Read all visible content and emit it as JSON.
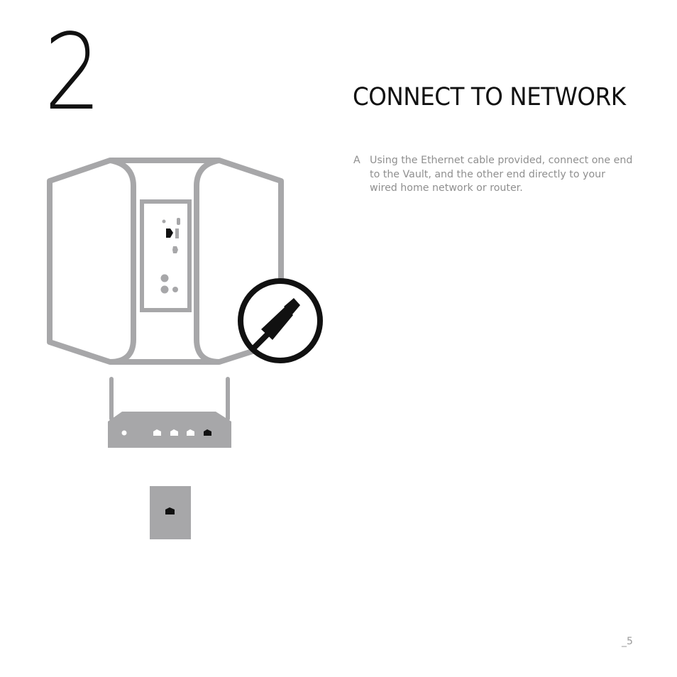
{
  "step": {
    "number": "2"
  },
  "title": "CONNECT TO NETWORK",
  "instruction": {
    "marker": "A",
    "text": "Using the Ethernet cable provided, connect one end to the Vault, and the other end directly to your wired home network or router."
  },
  "page_number": "_5",
  "illustration": {
    "vault_icon": "vault-device-rear-icon",
    "cable_icon": "ethernet-plug-icon",
    "router_icon": "router-icon",
    "wall_port_icon": "ethernet-wall-socket-icon",
    "colors": {
      "outline": "#a7a7a9",
      "dark": "#111111",
      "panel": "#a7a7a9"
    }
  }
}
